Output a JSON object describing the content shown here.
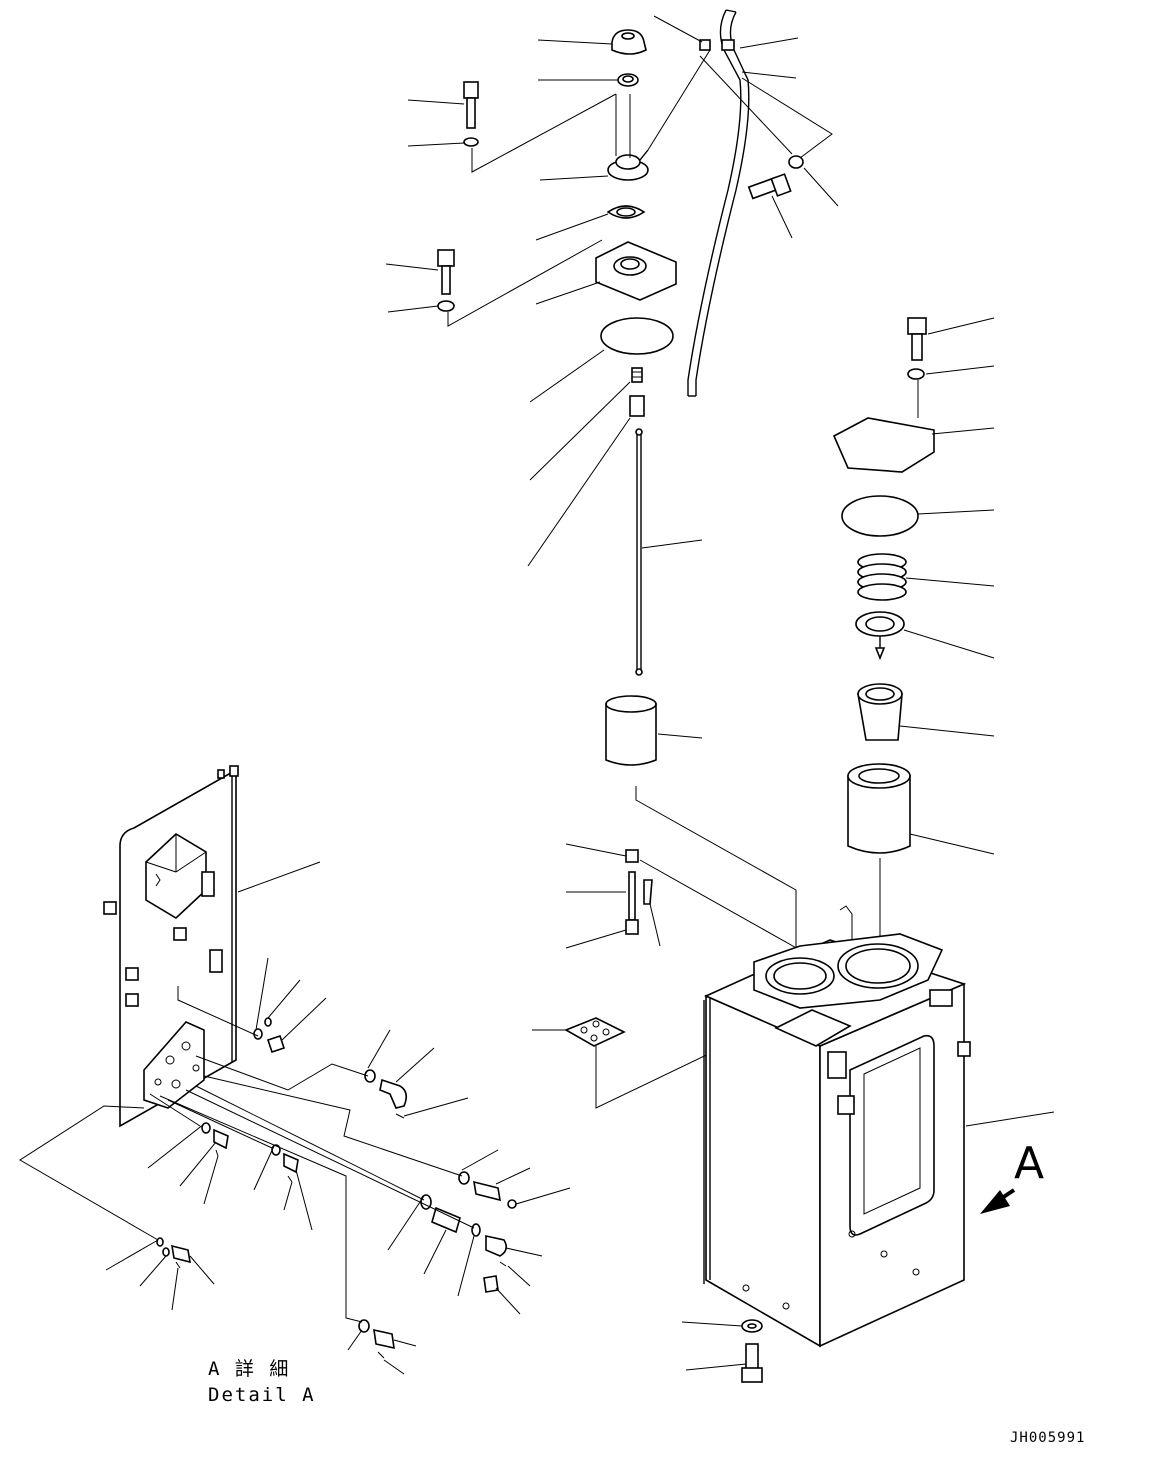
{
  "detail_caption": {
    "japanese": "A 詳 細",
    "english": "Detail A"
  },
  "view_marker": "A",
  "drawing_number": "JH005991"
}
